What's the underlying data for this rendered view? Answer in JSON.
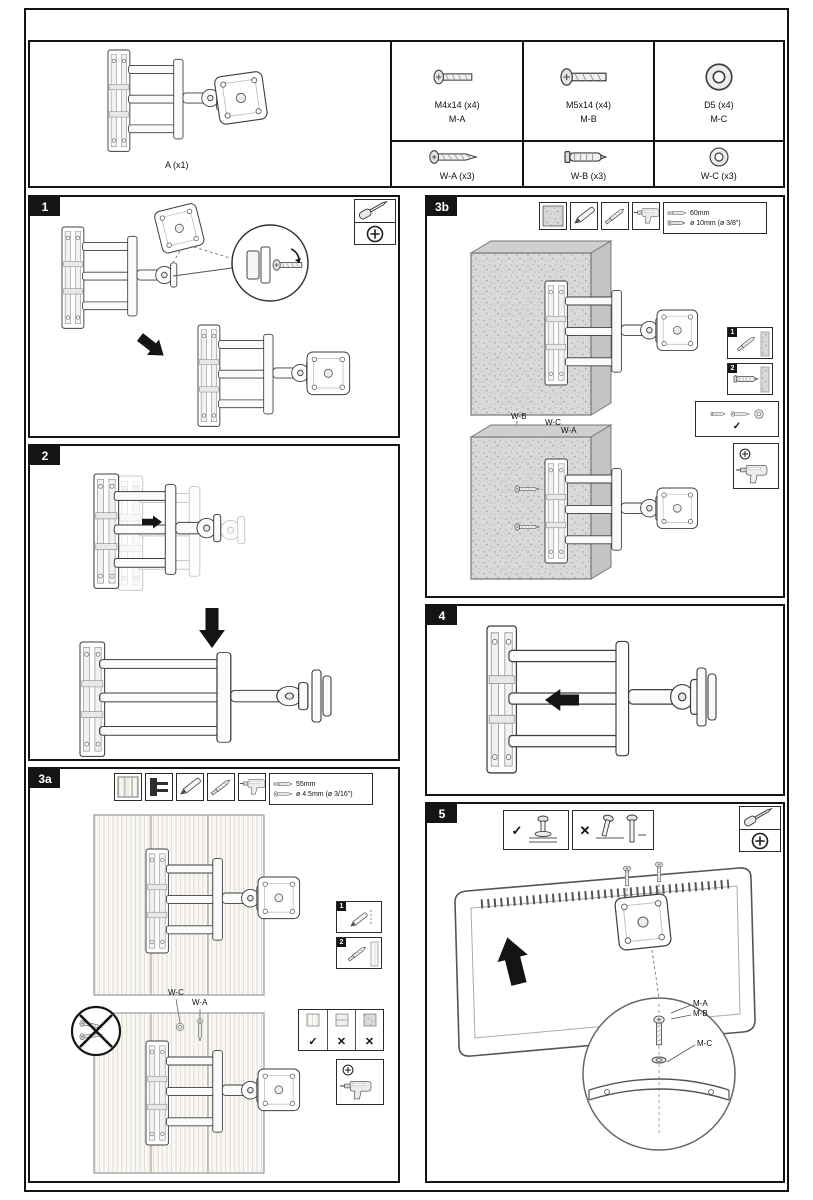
{
  "parts": {
    "main_label": "A (x1)",
    "fasteners": [
      {
        "size": "M4x14 (x4)",
        "code": "M-A"
      },
      {
        "size": "M5x14 (x4)",
        "code": "M-B"
      },
      {
        "size": "D5 (x4)",
        "code": "M-C"
      }
    ],
    "wall_fasteners": [
      {
        "code": "W-A (x3)"
      },
      {
        "code": "W-B (x3)"
      },
      {
        "code": "W-C (x3)"
      }
    ]
  },
  "steps": {
    "s1": {
      "num": "1"
    },
    "s2": {
      "num": "2"
    },
    "s3a": {
      "num": "3a",
      "drill_depth": "55mm",
      "drill_bit": "ø 4.5mm (ø 3/16\")",
      "label_wc": "W-C",
      "label_wa": "W-A",
      "check_ok": "✓",
      "check_no1": "✕",
      "check_no2": "✕",
      "mini1": "1",
      "mini2": "2"
    },
    "s3b": {
      "num": "3b",
      "drill_depth": "60mm",
      "drill_bit": "ø 10mm (ø 3/8\")",
      "label_wb": "W-B",
      "label_wc": "W-C",
      "label_wa": "W-A",
      "check_ok": "✓",
      "mini1": "1",
      "mini2": "2"
    },
    "s4": {
      "num": "4"
    },
    "s5": {
      "num": "5",
      "ok": "✓",
      "no": "✕",
      "label_ma": "M-A",
      "label_mb": "M-B",
      "label_mc": "M-C"
    }
  }
}
